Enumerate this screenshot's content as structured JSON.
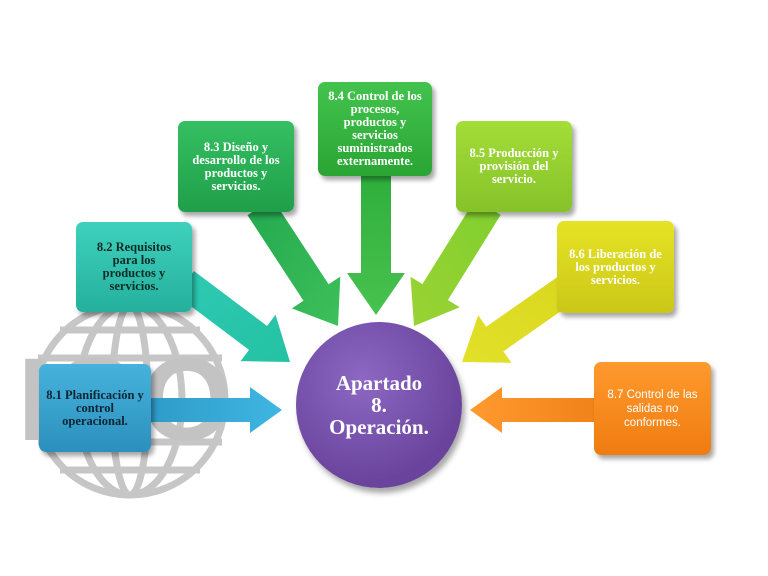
{
  "center": {
    "lines": [
      "Apartado",
      "8.",
      "Operación."
    ]
  },
  "logo": {
    "text": "ISO"
  },
  "items": [
    {
      "lines": [
        "8.1 Planificación y",
        "control",
        "operacional."
      ]
    },
    {
      "lines": [
        "8.2 Requisitos",
        "para los",
        "productos  y",
        "servicios."
      ]
    },
    {
      "lines": [
        "8.3 Diseño y",
        "desarrollo de los",
        "productos y",
        "servicios."
      ]
    },
    {
      "lines": [
        "8.4 Control de los",
        "procesos,",
        "productos y",
        "servicios",
        "suministrados",
        "externamente."
      ]
    },
    {
      "lines": [
        "8.5 Producción y",
        "provisión del",
        "servicio."
      ]
    },
    {
      "lines": [
        "8.6 Liberación de",
        "los productos y",
        "servicios."
      ]
    },
    {
      "lines": [
        "8.7 Control de las",
        "salidas no",
        "conformes."
      ]
    }
  ],
  "colors": {
    "item1": "#2f9bc8",
    "item2": "#2cc1ad",
    "item3": "#27ad55",
    "item4": "#34b440",
    "item5": "#92cf2f",
    "item6": "#d9d61d",
    "item7": "#f7891c",
    "center": "#7752ac"
  }
}
